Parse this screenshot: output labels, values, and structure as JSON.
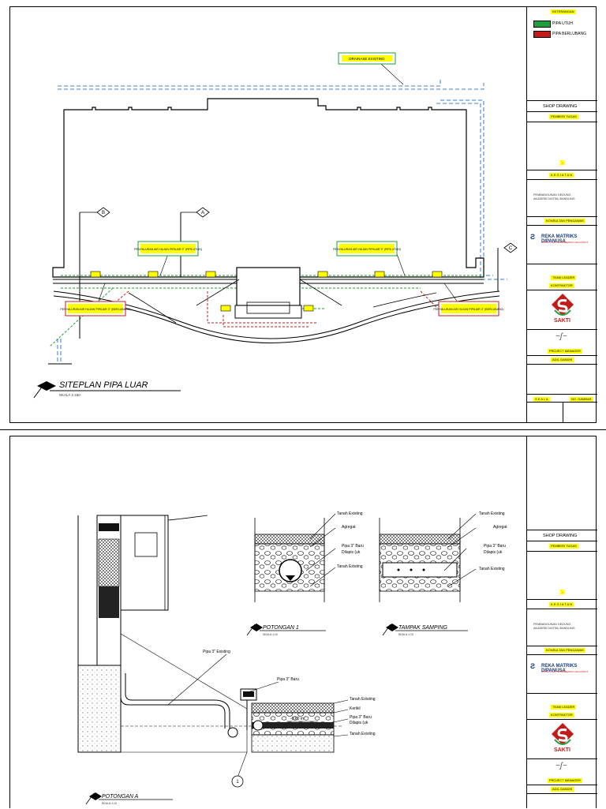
{
  "sheet1": {
    "legend": {
      "title": "KETERANGAN",
      "items": [
        {
          "label": "PIPA UTUH",
          "color": "#1f9e3a"
        },
        {
          "label": "PIPA BERLUBANG",
          "color": "#c21b1b"
        }
      ]
    },
    "callouts": {
      "drainase": "DRAINASE EXISTING",
      "resapan_tl": "PENYALURAN AIR HUJAN PIPA AIR 3\" (PIPA UTUH)",
      "resapan_tr": "PENYALURAN AIR HUJAN PIPA AIR 3\" (PIPA UTUH)",
      "resapan_bl": "PENYALURAN AIR HUJAN PIPA AIR 3\" (BERLUBANG)",
      "resapan_br": "PENYALURAN AIR HUJAN PIPA AIR 3\" (BERLUBANG)"
    },
    "section_markers": [
      "A",
      "B",
      "C"
    ],
    "drawing_title": "SITEPLAN PIPA LUAR",
    "drawing_scale": "SKALA 1:150"
  },
  "sheet2": {
    "labels": {
      "potongan1": [
        "Tanah Existing",
        "Agregat",
        "Pipa 3\" Baru",
        "Dilapis (uk",
        "Tanah Existing"
      ],
      "tampak": [
        "Tanah Existing",
        "Agregat",
        "Pipa 3\" Baru",
        "Dilapis (uk",
        "Tanah Existing"
      ],
      "potonganA": [
        "Tanah Existing",
        "Kerikil",
        "Pipa 3\" Baru",
        "Dilapis (uk",
        "Tanah Existing"
      ],
      "pipa_existing": "Pipa 3\" Existing",
      "pipa_baru": "Pipa 3\" Baru",
      "level": "-0.60 m",
      "marker": "1"
    },
    "titles": {
      "potongan1": "POTONGAN 1",
      "tampak": "TAMPAK SAMPING",
      "potonganA": "POTONGAN A",
      "scale": "SKALA 1:10"
    }
  },
  "titleblock": {
    "shop_drawing": "SHOP DRAWING",
    "pemberi_tugas": "PEMBERI TUGAS",
    "dash": "-",
    "kegiatan": "K E G I A T A N",
    "kegiatan_desc_1": "PEMBANGUNAN GEDUNG",
    "kegiatan_desc_2": "AKADEMI DIGITAL BANDUNG",
    "konsultan": "KONSULTAN PENGAWAS",
    "konsultan_name": "REKA MATRIKS DIPANUSA",
    "konsultan_sub": "CONSULTANT ENGINEERING ARCHITECT",
    "team_leader": "TEAM LEADER",
    "kontraktor": "KONTRAKTOR",
    "sakti": "SAKTI",
    "project_manager": "PROJECT MANAGER",
    "pm_name": "ADIL GANDHI",
    "skala": "S K A L A",
    "no_gambar": "NO. GAMBAR"
  }
}
